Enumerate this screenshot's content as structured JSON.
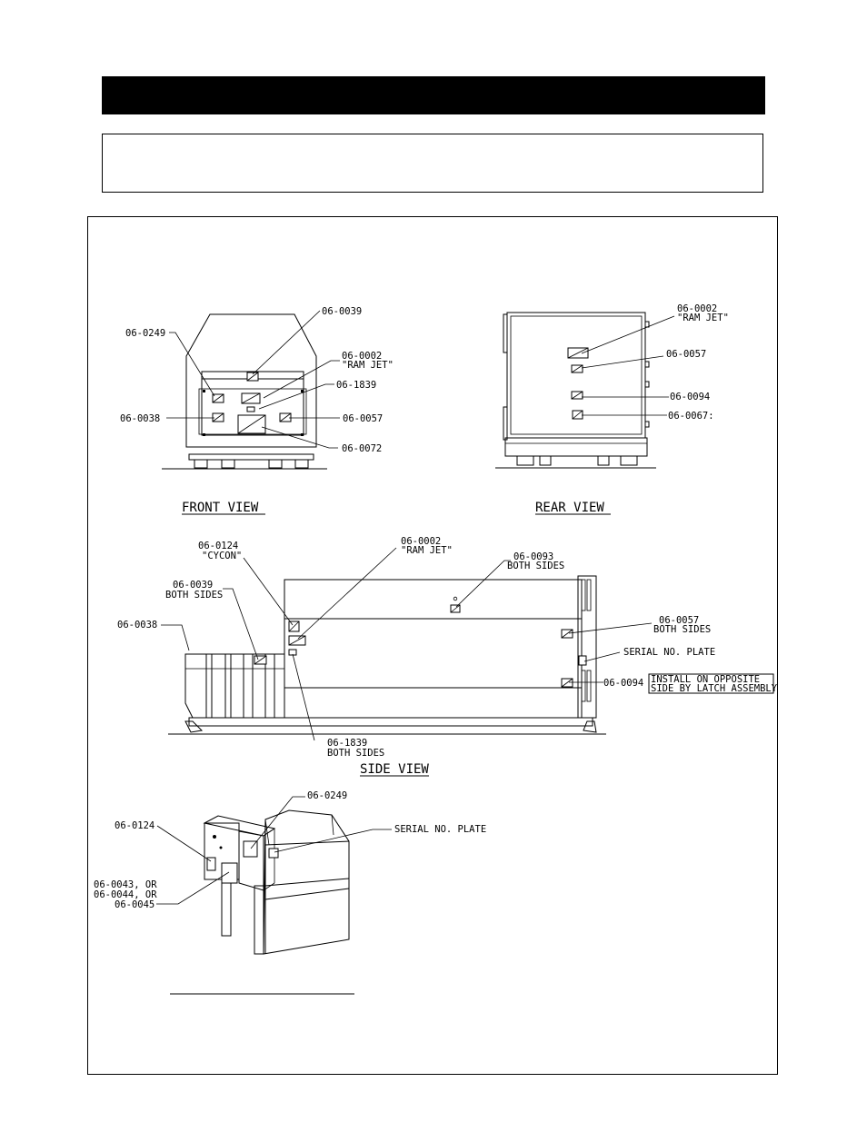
{
  "views": {
    "front": "FRONT VIEW",
    "rear": "REAR VIEW",
    "side": "SIDE VIEW"
  },
  "front_labels": {
    "l0249": "06-0249",
    "l0039": "06-0039",
    "l0002a": "06-0002",
    "l0002b": "\"RAM JET\"",
    "l1839": "06-1839",
    "l0038": "06-0038",
    "l0057": "06-0057",
    "l0072": "06-0072"
  },
  "rear_labels": {
    "l0002a": "06-0002",
    "l0002b": "\"RAM JET\"",
    "l0057": "06-0057",
    "l0094": "06-0094",
    "l0067": "06-0067:"
  },
  "side_labels": {
    "l0124a": "06-0124",
    "l0124b": "\"CYCON\"",
    "l0002a": "06-0002",
    "l0002b": "\"RAM JET\"",
    "l0093a": "06-0093",
    "l0093b": "BOTH SIDES",
    "l0039a": "06-0039",
    "l0039b": "BOTH SIDES",
    "l0038": "06-0038",
    "l0057a": "06-0057",
    "l0057b": "BOTH SIDES",
    "serial": "SERIAL NO. PLATE",
    "l0094": "06-0094",
    "note1": "INSTALL ON OPPOSITE",
    "note2": "SIDE BY LATCH ASSEMBLY",
    "l1839a": "06-1839",
    "l1839b": "BOTH SIDES"
  },
  "iso_labels": {
    "l0249": "06-0249",
    "l0124": "06-0124",
    "serial": "SERIAL NO. PLATE",
    "l0043": "06-0043, OR",
    "l0044": "06-0044, OR",
    "l0045": "06-0045"
  }
}
